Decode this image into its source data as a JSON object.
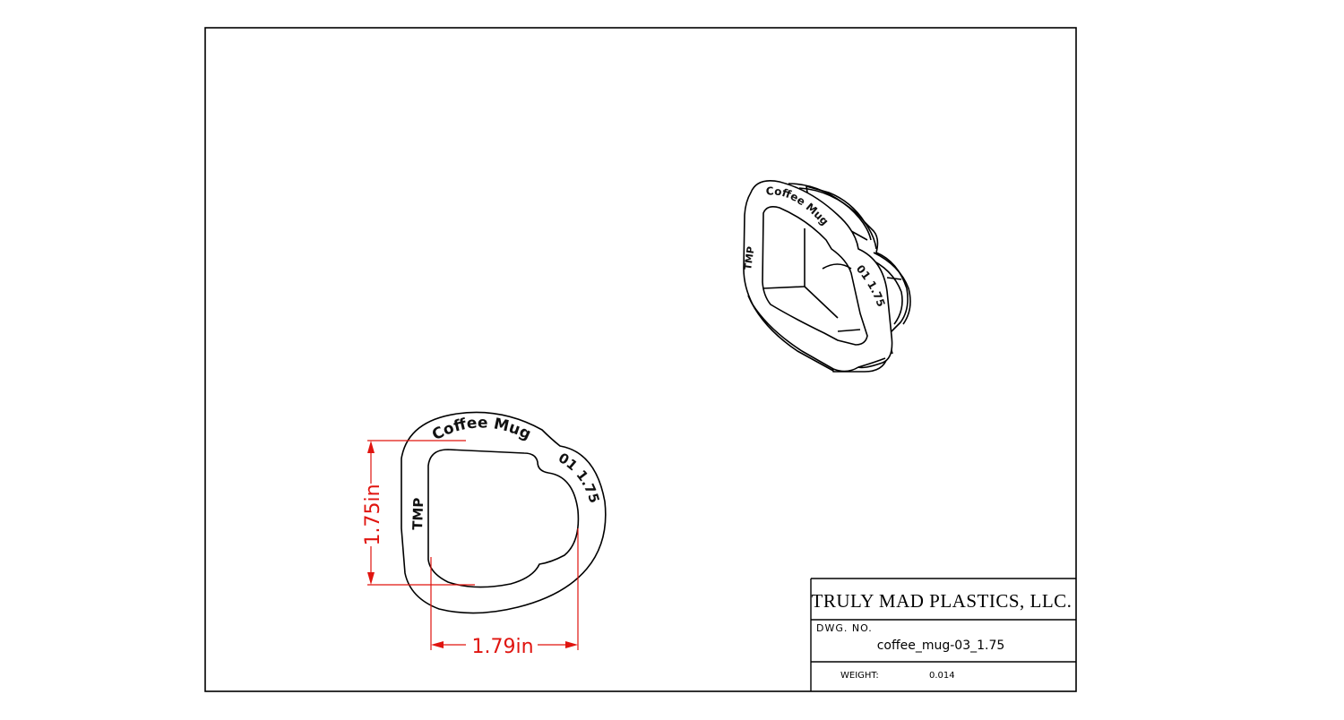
{
  "title_block": {
    "company": "TRULY MAD PLASTICS, LLC.",
    "dwg_no_label": "DWG. NO.",
    "dwg_no": "coffee_mug-03_1.75",
    "weight_label": "WEIGHT:",
    "weight": "0.014"
  },
  "part_embossing": {
    "name": "Coffee Mug",
    "code": "01",
    "size": "1.75",
    "brand": "TMP"
  },
  "dimensions": {
    "height": "1.75in",
    "width": "1.79in"
  },
  "colors": {
    "dimension": "#e0140f",
    "outline": "#000000"
  }
}
